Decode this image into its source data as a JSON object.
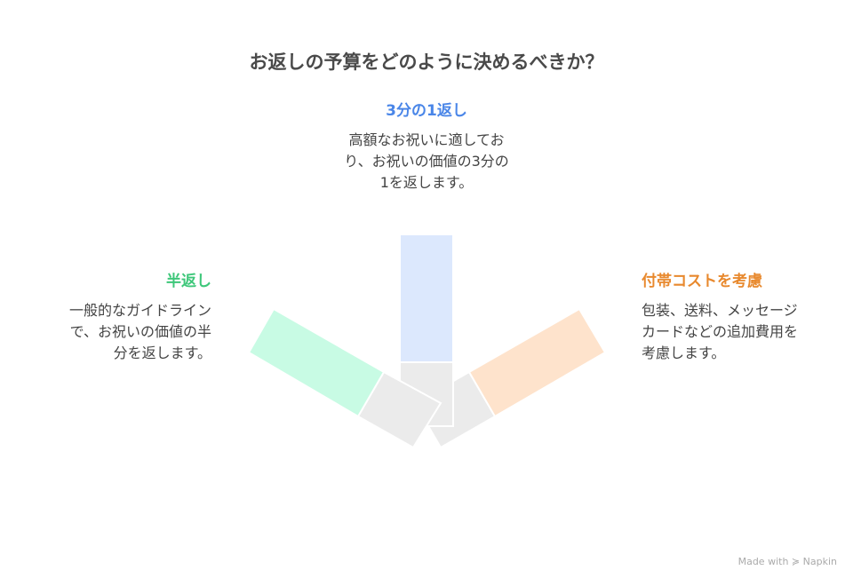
{
  "title": "お返しの予算をどのように決めるべきか？",
  "options": {
    "top": {
      "heading": "3分の1返し",
      "text": "高額なお祝いに適しており、お祝いの価値の3分の1を返します。",
      "color": "#4a86e8",
      "fill": "#dce8fd"
    },
    "left": {
      "heading": "半返し",
      "text": "一般的なガイドラインで、お祝いの価値の半分を返します。",
      "color": "#3ec77a",
      "fill": "#c8fbe4"
    },
    "right": {
      "heading": "付帯コストを考慮",
      "text": "包装、送料、メッセージカードなどの追加費用を考慮します。",
      "color": "#e8892e",
      "fill": "#fee3cc"
    }
  },
  "footer": {
    "text": "Made with",
    "brand": "Napkin"
  }
}
